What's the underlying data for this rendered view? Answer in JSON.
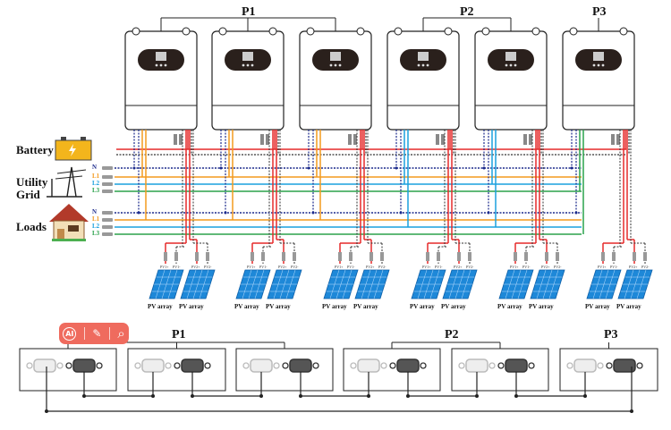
{
  "groups": [
    {
      "label": "P1",
      "inverters": [
        0,
        1,
        2
      ],
      "phase": "L1"
    },
    {
      "label": "P2",
      "inverters": [
        3,
        4
      ],
      "phase": "L2"
    },
    {
      "label": "P3",
      "inverters": [
        5
      ],
      "phase": "L3"
    }
  ],
  "left_labels": {
    "battery": "Battery",
    "utility_grid_1": "Utility",
    "utility_grid_2": "Grid",
    "loads": "Loads"
  },
  "phases": [
    "N",
    "L1",
    "L2",
    "L3"
  ],
  "pv_array_label": "PV array",
  "pv_terminals": [
    "PV1+",
    "PV1-",
    "PV2+",
    "PV2-"
  ],
  "colors": {
    "N": "#1b2a8c",
    "L1": "#f39a1e",
    "L2": "#1aa0de",
    "L3": "#2ba24c",
    "battery_pos": "#e52a2a",
    "battery_neg": "#333333",
    "panel": "#1e88d8"
  },
  "toolbar": {
    "ai": "AI",
    "magic": "✎",
    "search": "⌕"
  }
}
